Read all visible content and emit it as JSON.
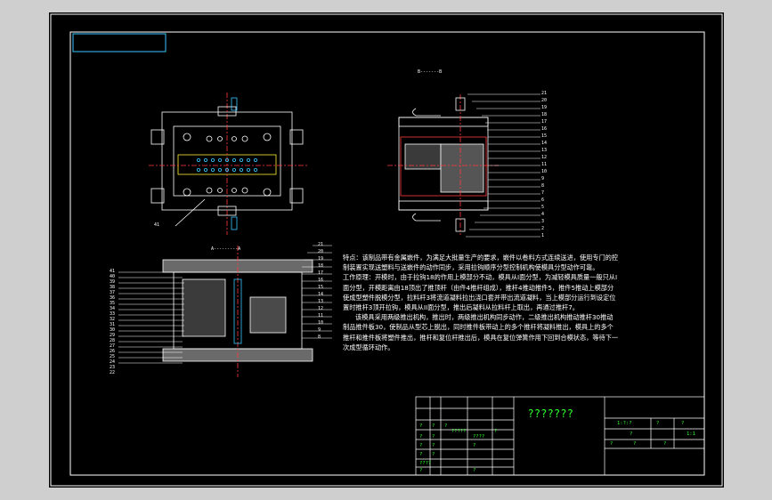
{
  "section_label": "B-------B",
  "section_label_a": "A---------A",
  "description": {
    "paragraph1": "特点：该制品带有金属嵌件，为满足大批量生产的要求，嵌件以卷料方式连续送进，使用专门的控制装置实现送塑料与送嵌件的动作同步，采用拉钩顺序分型控制机构使模具分型动作可靠。",
    "paragraph2": "工作原理：开模时，由于拉钩18的作用上模部分不动，模具从I面分型，为减轻模具质量一般只从I面分型，开模距离由18顶出了推顶杆（由件4推杆组成），推杆4推动推件5，推件5推动上模部分使成型塑件脱模分型，拉料杆3将流道凝料拉出浇口套并带出流道凝料，当上模部分运行到设定位置时推杆3顶开拉钩，模具从II面分型，推出后凝料从拉料杆上取出，再通过推杆7。",
    "paragraph3": "该模具采用两级推出机构，推出时，两级推出机构同步动作，二级推出机构推动推杆30推动制品推件板30，使制品从型芯上脱出，同时推件板带动上的多个推杆将凝料推出，模具上的多个推杆和推件板将塑件推出，推杆和复位杆推出后，模具在复位弹簧作用下回到合模状态，等待下一次成型循环动作。"
  },
  "title_block": {
    "drawing_title": "???????",
    "cells": [
      "?",
      "?",
      "?",
      "?????",
      "?",
      "?",
      "?",
      "????",
      "?",
      "?",
      "?",
      "?",
      "?",
      "????",
      "?",
      "?"
    ],
    "right_cells": [
      "1:?:?",
      "?",
      "?",
      "?",
      "1:1",
      "?",
      "?",
      "?"
    ]
  },
  "part_numbers_right": [
    "21",
    "20",
    "19",
    "18",
    "17",
    "16",
    "15",
    "14",
    "13",
    "12",
    "11",
    "10",
    "9",
    "8",
    "7",
    "6",
    "5",
    "4",
    "3",
    "2",
    "1"
  ],
  "part_numbers_left": [
    "41",
    "40",
    "39",
    "38",
    "37",
    "36",
    "35",
    "34",
    "33",
    "32",
    "31",
    "30",
    "29",
    "28",
    "27",
    "26",
    "25",
    "24",
    "23",
    "22"
  ],
  "part_numbers_mid": [
    "21",
    "20",
    "19",
    "18",
    "17",
    "16",
    "15",
    "14",
    "13",
    "12",
    "11",
    "10",
    "9",
    "8"
  ],
  "part_label_top": "41",
  "colors": {
    "sheet": "#000000",
    "border": "#ffffff",
    "accent_green": "#2bff2b",
    "line_red": "#ff3b3b",
    "line_cyan": "#39c6ff",
    "line_yellow": "#ffee33"
  }
}
